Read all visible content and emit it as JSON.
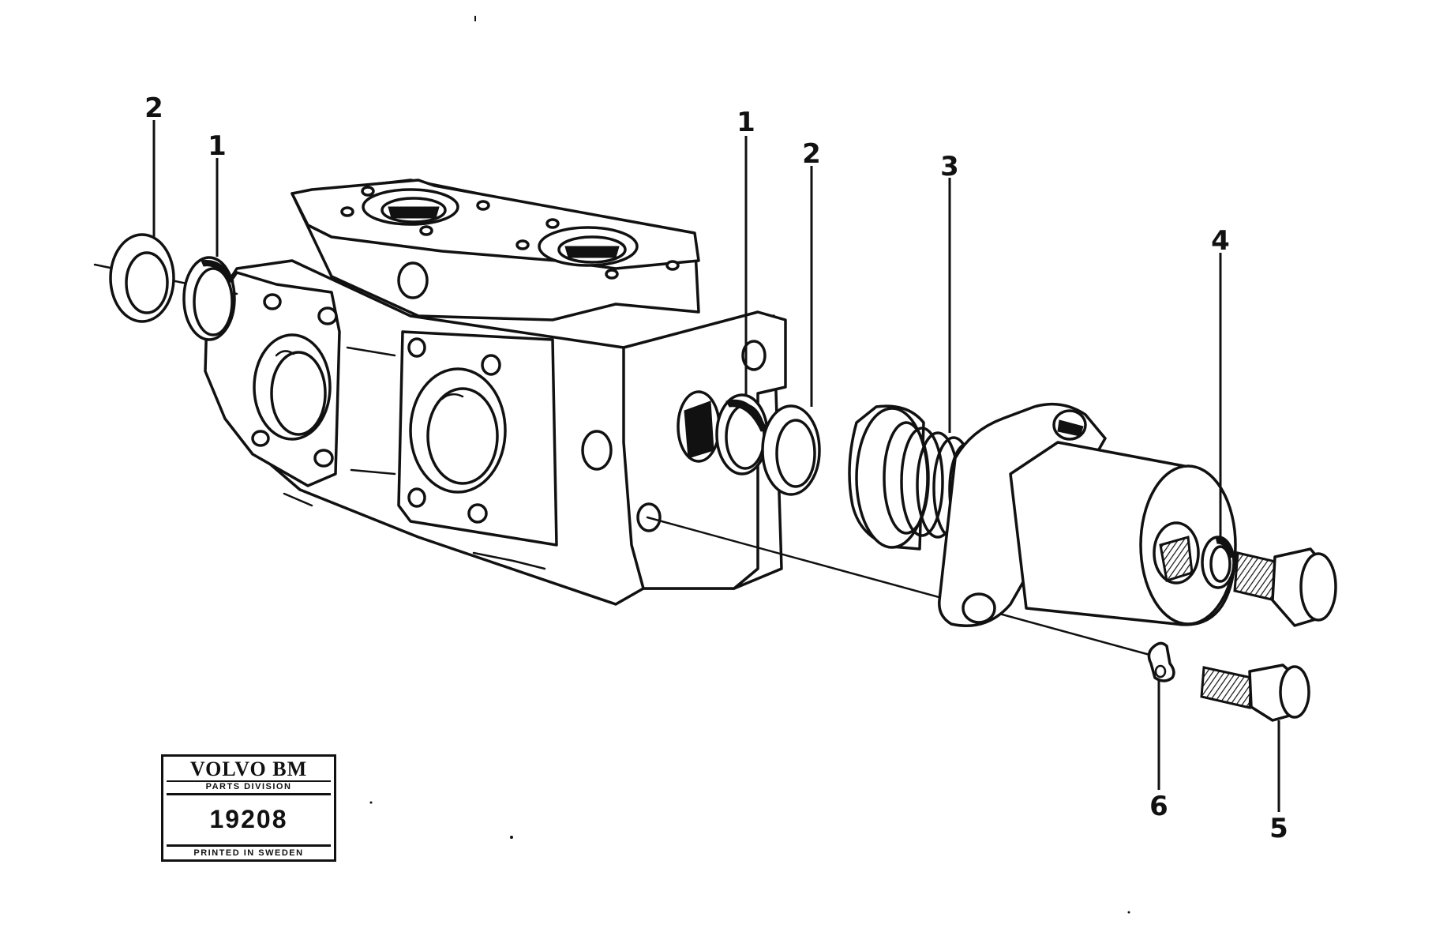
{
  "callouts": [
    {
      "id": "c1",
      "text": "2"
    },
    {
      "id": "c2",
      "text": "1"
    },
    {
      "id": "c3",
      "text": "1"
    },
    {
      "id": "c4",
      "text": "2"
    },
    {
      "id": "c5",
      "text": "3"
    },
    {
      "id": "c6",
      "text": "4"
    },
    {
      "id": "c7",
      "text": "6"
    },
    {
      "id": "c8",
      "text": "5"
    }
  ],
  "stamp": {
    "brand": "VOLVO BM",
    "division": "PARTS DIVISION",
    "number": "19208",
    "printed": "PRINTED IN SWEDEN"
  }
}
